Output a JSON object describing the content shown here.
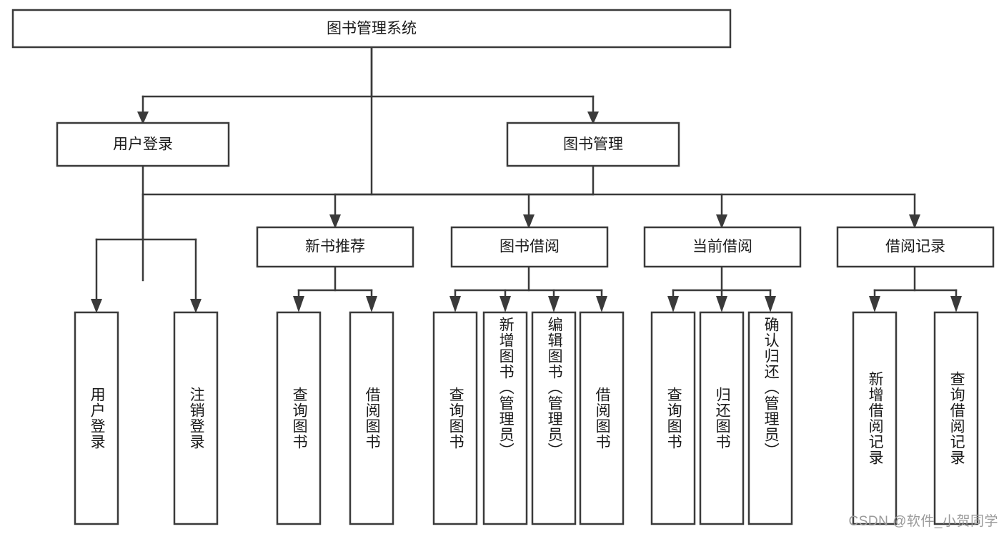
{
  "diagram": {
    "title": "图书管理系统",
    "type": "tree",
    "watermark": "CSDN @软件_小贺同学",
    "root": {
      "id": "root",
      "label": "图书管理系统",
      "orientation": "horizontal"
    },
    "level2": [
      {
        "id": "user-login",
        "label": "用户登录",
        "orientation": "horizontal"
      },
      {
        "id": "book-manage",
        "label": "图书管理",
        "orientation": "horizontal"
      }
    ],
    "level3": [
      {
        "id": "new-book-rec",
        "label": "新书推荐",
        "orientation": "horizontal",
        "parent": "book-manage"
      },
      {
        "id": "book-borrow",
        "label": "图书借阅",
        "orientation": "horizontal",
        "parent": "book-manage"
      },
      {
        "id": "current-borrow",
        "label": "当前借阅",
        "orientation": "horizontal",
        "parent": "book-manage"
      },
      {
        "id": "borrow-record",
        "label": "借阅记录",
        "orientation": "horizontal",
        "parent": "book-manage"
      }
    ],
    "leaves": [
      {
        "id": "leaf-user-login",
        "label": "用户登录",
        "orientation": "vertical",
        "parent": "user-login"
      },
      {
        "id": "leaf-logout",
        "label": "注销登录",
        "orientation": "vertical",
        "parent": "user-login"
      },
      {
        "id": "leaf-query-book-1",
        "label": "查询图书",
        "orientation": "vertical",
        "parent": "new-book-rec"
      },
      {
        "id": "leaf-borrow-book-1",
        "label": "借阅图书",
        "orientation": "vertical",
        "parent": "new-book-rec"
      },
      {
        "id": "leaf-query-book-2",
        "label": "查询图书",
        "orientation": "vertical",
        "parent": "book-borrow"
      },
      {
        "id": "leaf-add-book",
        "label": "新增图书（管理员）",
        "orientation": "vertical",
        "parent": "book-borrow"
      },
      {
        "id": "leaf-edit-book",
        "label": "编辑图书（管理员）",
        "orientation": "vertical",
        "parent": "book-borrow"
      },
      {
        "id": "leaf-borrow-book-2",
        "label": "借阅图书",
        "orientation": "vertical",
        "parent": "book-borrow"
      },
      {
        "id": "leaf-query-book-3",
        "label": "查询图书",
        "orientation": "vertical",
        "parent": "current-borrow"
      },
      {
        "id": "leaf-return-book",
        "label": "归还图书",
        "orientation": "vertical",
        "parent": "current-borrow"
      },
      {
        "id": "leaf-confirm-return",
        "label": "确认归还（管理员）",
        "orientation": "vertical",
        "parent": "current-borrow"
      },
      {
        "id": "leaf-add-record",
        "label": "新增借阅记录",
        "orientation": "vertical",
        "parent": "borrow-record"
      },
      {
        "id": "leaf-query-record",
        "label": "查询借阅记录",
        "orientation": "vertical",
        "parent": "borrow-record"
      }
    ],
    "colors": {
      "stroke": "#3a3a3a",
      "fill": "#ffffff",
      "text": "#1a1a1a",
      "watermark": "#9a9a9a"
    }
  }
}
